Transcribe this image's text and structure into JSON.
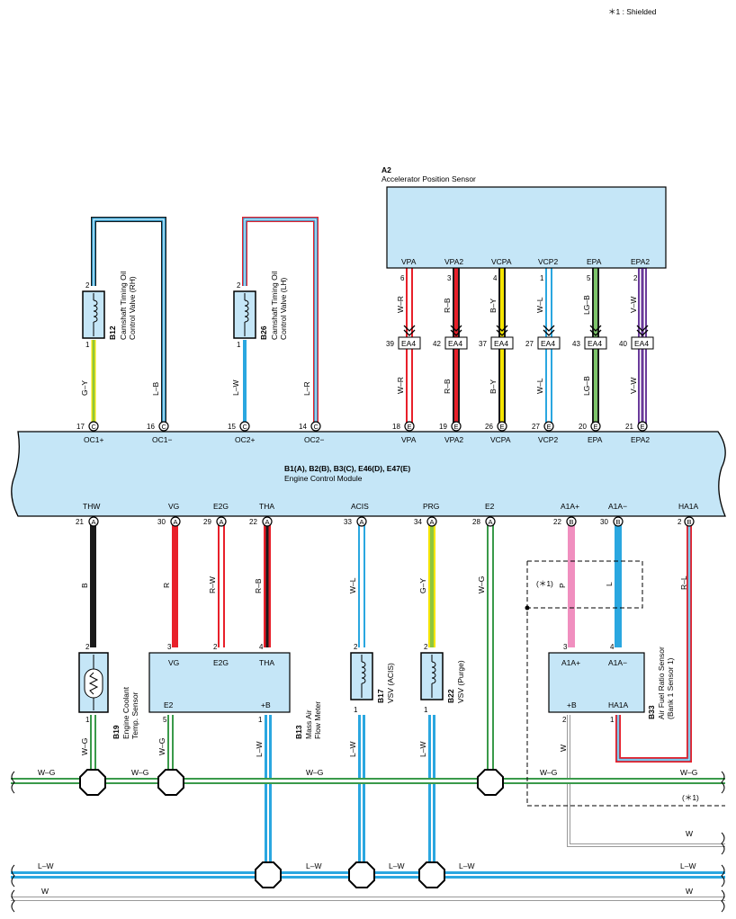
{
  "notes": {
    "shielded": "＊1 : Shielded"
  },
  "ecm": {
    "code": "B1(A), B2(B), B3(C), E46(D), E47(E)",
    "name": "Engine Control Module"
  },
  "ecm_top_pins": [
    {
      "name": "OC1+",
      "num": "17",
      "conn": "C"
    },
    {
      "name": "OC1−",
      "num": "16",
      "conn": "C"
    },
    {
      "name": "OC2+",
      "num": "15",
      "conn": "C"
    },
    {
      "name": "OC2−",
      "num": "14",
      "conn": "C"
    },
    {
      "name": "VPA",
      "num": "18",
      "conn": "E"
    },
    {
      "name": "VPA2",
      "num": "19",
      "conn": "E"
    },
    {
      "name": "VCPA",
      "num": "26",
      "conn": "E"
    },
    {
      "name": "VCP2",
      "num": "27",
      "conn": "E"
    },
    {
      "name": "EPA",
      "num": "20",
      "conn": "E"
    },
    {
      "name": "EPA2",
      "num": "21",
      "conn": "E"
    }
  ],
  "ecm_bottom_pins": [
    {
      "name": "THW",
      "num": "21",
      "conn": "A"
    },
    {
      "name": "VG",
      "num": "30",
      "conn": "A"
    },
    {
      "name": "E2G",
      "num": "29",
      "conn": "A"
    },
    {
      "name": "THA",
      "num": "22",
      "conn": "A"
    },
    {
      "name": "ACIS",
      "num": "33",
      "conn": "A"
    },
    {
      "name": "PRG",
      "num": "34",
      "conn": "A"
    },
    {
      "name": "E2",
      "num": "28",
      "conn": "A"
    },
    {
      "name": "A1A+",
      "num": "22",
      "conn": "B"
    },
    {
      "name": "A1A−",
      "num": "30",
      "conn": "B"
    },
    {
      "name": "HA1A",
      "num": "2",
      "conn": "B"
    }
  ],
  "aps": {
    "code": "A2",
    "name": "Accelerator Position Sensor",
    "pins": [
      {
        "name": "VPA",
        "num": "6",
        "wire": "W–R",
        "ea4": "39"
      },
      {
        "name": "VPA2",
        "num": "3",
        "wire": "R–B",
        "ea4": "42"
      },
      {
        "name": "VCPA",
        "num": "4",
        "wire": "B–Y",
        "ea4": "37"
      },
      {
        "name": "VCP2",
        "num": "1",
        "wire": "W–L",
        "ea4": "27"
      },
      {
        "name": "EPA",
        "num": "5",
        "wire": "LG–B",
        "ea4": "43"
      },
      {
        "name": "EPA2",
        "num": "2",
        "wire": "V–W",
        "ea4": "40"
      }
    ],
    "connector": "EA4"
  },
  "b12": {
    "code": "B12",
    "name1": "Camshaft Timing Oil",
    "name2": "Control Valve (RH)",
    "pin_top": "2",
    "pin_bottom": "1",
    "wire1": "G–Y",
    "wire2": "L–B"
  },
  "b26": {
    "code": "B26",
    "name1": "Camshaft Timing Oil",
    "name2": "Control Valve (LH)",
    "pin_top": "2",
    "pin_bottom": "1",
    "wire1": "L–W",
    "wire2": "L–R"
  },
  "b19": {
    "code": "B19",
    "name1": "Engine Coolant",
    "name2": "Temp. Sensor",
    "pin_top": "2",
    "pin_bottom": "1",
    "wire_top": "B",
    "wire_bottom": "W–G"
  },
  "b13": {
    "code": "B13",
    "name1": "Mass Air",
    "name2": "Flow Meter",
    "pins_top": [
      {
        "name": "VG",
        "num": "3",
        "wire": "R"
      },
      {
        "name": "E2G",
        "num": "2",
        "wire": "R–W"
      },
      {
        "name": "THA",
        "num": "4",
        "wire": "R–B"
      }
    ],
    "pins_bottom": [
      {
        "name": "E2",
        "num": "5",
        "wire": "W–G"
      },
      {
        "name": "+B",
        "num": "1",
        "wire": "L–W"
      }
    ]
  },
  "b17": {
    "code": "B17",
    "name": "VSV (ACIS)",
    "pin_top": "2",
    "pin_bottom": "1",
    "wire_top": "W–L",
    "wire_bottom": "L–W"
  },
  "b22": {
    "code": "B22",
    "name": "VSV (Purge)",
    "pin_top": "2",
    "pin_bottom": "1",
    "wire_top": "G–Y",
    "wire_bottom": "L–W"
  },
  "b33": {
    "code": "B33",
    "name1": "Air Fuel Ratio Sensor",
    "name2": "(Bank 1 Sensor 1)",
    "pins_top": [
      {
        "name": "A1A+",
        "num": "3",
        "wire": "P"
      },
      {
        "name": "A1A−",
        "num": "4",
        "wire": "L"
      }
    ],
    "pins_bottom": [
      {
        "name": "+B",
        "num": "2",
        "wire": "W"
      },
      {
        "name": "HA1A",
        "num": "1"
      }
    ],
    "ha1a_wire": "R–L",
    "shield_mark": "(＊1)"
  },
  "e2_wire": "W–G",
  "bus": {
    "wg": [
      "W–G",
      "W–G",
      "W–G",
      "W–G",
      "W–G"
    ],
    "shield": "(＊1)",
    "w1": "W",
    "lw": [
      "L–W",
      "L–W",
      "L–W",
      "L–W",
      "L–W"
    ],
    "w2": [
      "W",
      "W"
    ]
  },
  "colors": {
    "ecm_fill": "#c5e6f7",
    "blue": "#2aa7e0",
    "red": "#e8202a",
    "green": "#8dc63f",
    "dark_green": "#3a9a4a",
    "yellow": "#f5e500",
    "purple": "#6a3a9a",
    "pink": "#f08fbf",
    "black": "#1a1a1a"
  }
}
